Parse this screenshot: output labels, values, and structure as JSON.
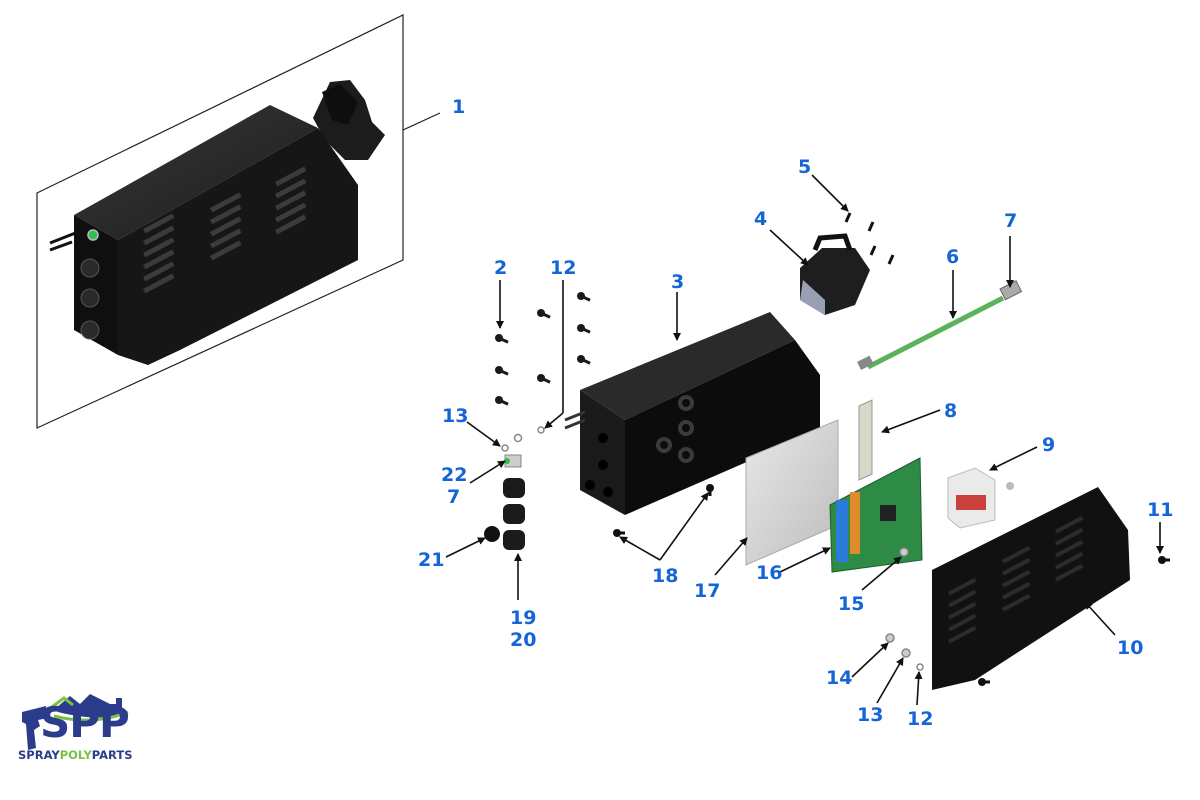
{
  "diagram": {
    "type": "exploded-parts-diagram",
    "label_color": "#1565d8",
    "callouts": [
      {
        "id": "c1",
        "text": "1"
      },
      {
        "id": "c2",
        "text": "2"
      },
      {
        "id": "c12a",
        "text": "12"
      },
      {
        "id": "c3",
        "text": "3"
      },
      {
        "id": "c4",
        "text": "4"
      },
      {
        "id": "c5",
        "text": "5"
      },
      {
        "id": "c6",
        "text": "6"
      },
      {
        "id": "c7a",
        "text": "7"
      },
      {
        "id": "c8",
        "text": "8"
      },
      {
        "id": "c9",
        "text": "9"
      },
      {
        "id": "c13a",
        "text": "13"
      },
      {
        "id": "c22",
        "text": "22"
      },
      {
        "id": "c7b",
        "text": "7"
      },
      {
        "id": "c21",
        "text": "21"
      },
      {
        "id": "c19",
        "text": "19"
      },
      {
        "id": "c20",
        "text": "20"
      },
      {
        "id": "c18",
        "text": "18"
      },
      {
        "id": "c17",
        "text": "17"
      },
      {
        "id": "c16",
        "text": "16"
      },
      {
        "id": "c15",
        "text": "15"
      },
      {
        "id": "c11",
        "text": "11"
      },
      {
        "id": "c10",
        "text": "10"
      },
      {
        "id": "c14",
        "text": "14"
      },
      {
        "id": "c13b",
        "text": "13"
      },
      {
        "id": "c12b",
        "text": "12"
      }
    ],
    "parts": [
      "assembled-control-box",
      "cover-screws",
      "enclosure-housing",
      "connector-plug-housing",
      "plug-screws",
      "green-ethernet-cable",
      "bulkhead-connector",
      "din-rail",
      "terminal-block",
      "side-cover-vented",
      "cover-screw",
      "washer",
      "nut",
      "nut-small",
      "standoff-nut",
      "circuit-board",
      "mounting-plate",
      "feet-screws",
      "cable-glands",
      "hole-plug",
      "indicator-light"
    ]
  },
  "logo": {
    "initials": "SPP",
    "tagline_part1": "SPRAY",
    "tagline_part2": "POLY",
    "tagline_part3": "PARTS",
    "primary_color": "#2c3c8c",
    "accent_color": "#7cc242"
  }
}
